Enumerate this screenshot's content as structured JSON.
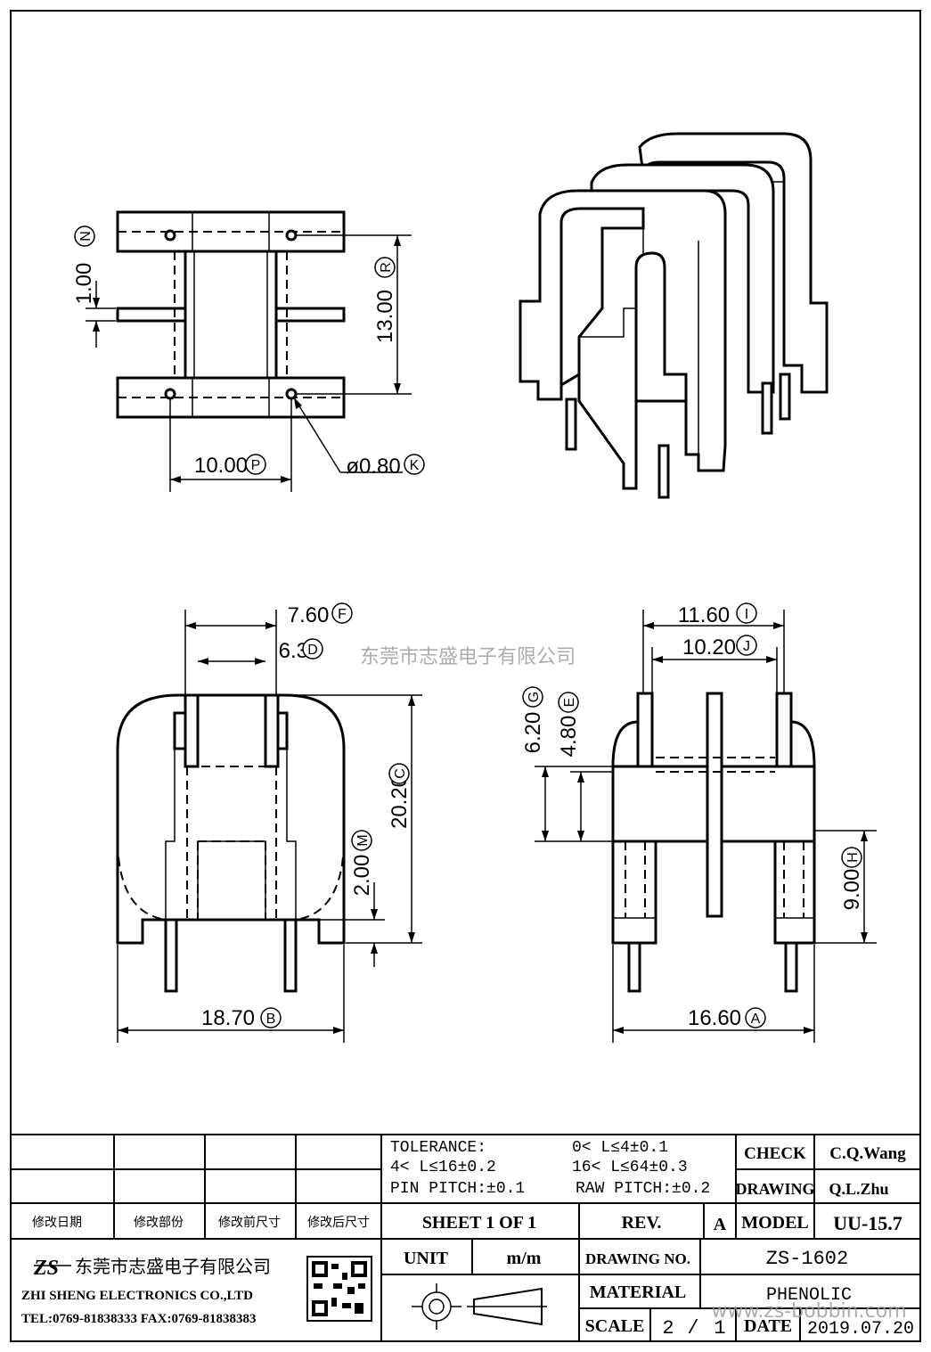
{
  "watermarks": {
    "center_text": "东莞市志盛电子有限公司",
    "url": "www.zs-bobbin.com"
  },
  "dimensions": {
    "N": {
      "value": "1.00",
      "letter": "N"
    },
    "R": {
      "value": "13.00",
      "letter": "R"
    },
    "P": {
      "value": "10.00",
      "letter": "P"
    },
    "K": {
      "value": "ø0.80",
      "letter": "K"
    },
    "F": {
      "value": "7.60",
      "letter": "F"
    },
    "D": {
      "value": "6.30",
      "letter": "D"
    },
    "C": {
      "value": "20.20",
      "letter": "C"
    },
    "M": {
      "value": "2.00",
      "letter": "M"
    },
    "B": {
      "value": "18.70",
      "letter": "B"
    },
    "I": {
      "value": "11.60",
      "letter": "I"
    },
    "J": {
      "value": "10.20",
      "letter": "J"
    },
    "G": {
      "value": "6.20",
      "letter": "G"
    },
    "E": {
      "value": "4.80",
      "letter": "E"
    },
    "H": {
      "value": "9.00",
      "letter": "H"
    },
    "A": {
      "value": "16.60",
      "letter": "A"
    }
  },
  "title_block": {
    "revision_headers": [
      "修改日期",
      "修改部份",
      "修改前尺寸",
      "修改后尺寸"
    ],
    "tolerance_label": "TOLERANCE:",
    "tol_1": "0< L≤4±0.1",
    "tol_2": "4< L≤16±0.2",
    "tol_3": "16< L≤64±0.3",
    "pin_pitch": "PIN PITCH:±0.1",
    "raw_pitch": "RAW PITCH:±0.2",
    "check_label": "CHECK",
    "check_value": "C.Q.Wang",
    "drawing_label": "DRAWING",
    "drawing_value": "Q.L.Zhu",
    "sheet": "SHEET 1 OF 1",
    "rev_label": "REV.",
    "rev_value": "A",
    "model_label": "MODEL",
    "model_value": "UU-15.7",
    "company_logo": "ZS",
    "company_cn": "东莞市志盛电子有限公司",
    "company_en": "ZHI SHENG ELECTRONICS CO.,LTD",
    "contact": "TEL:0769-81838333 FAX:0769-81838383",
    "unit_label": "UNIT",
    "unit_value": "m/m",
    "drawing_no_label": "DRAWING NO.",
    "drawing_no_value": "ZS-1602",
    "material_label": "MATERIAL",
    "material_value": "PHENOLIC",
    "scale_label": "SCALE",
    "scale_num": "2",
    "scale_sep": "/",
    "scale_den": "1",
    "date_label": "DATE",
    "date_value": "2019.07.20"
  }
}
